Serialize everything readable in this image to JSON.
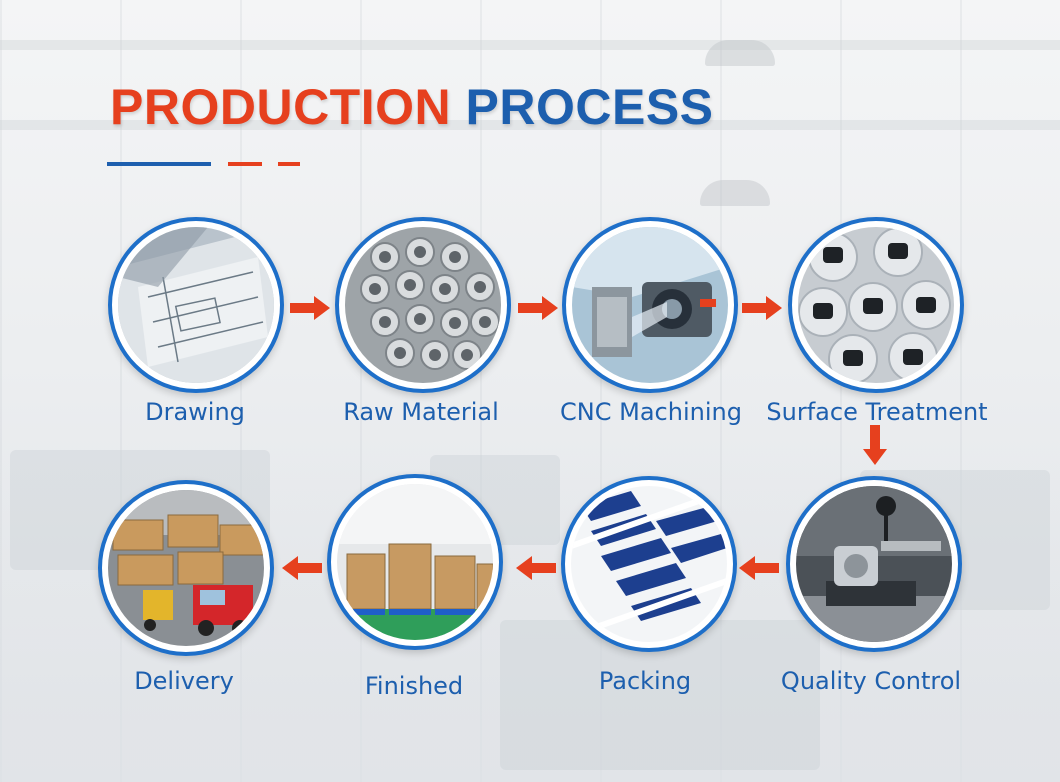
{
  "title": {
    "part1": "PRODUCTION",
    "part2": "PROCESS"
  },
  "colors": {
    "accent_red": "#e6401e",
    "accent_blue": "#1d5fae",
    "circle_border": "#1e6fc9"
  },
  "steps": [
    {
      "label": "Drawing",
      "icon": "blueprint-drawing-photo"
    },
    {
      "label": "Raw Material",
      "icon": "aluminum-tubes-photo"
    },
    {
      "label": "CNC Machining",
      "icon": "cnc-machine-photo"
    },
    {
      "label": "Surface Treatment",
      "icon": "anodized-parts-photo"
    },
    {
      "label": "Quality Control",
      "icon": "measuring-machine-photo"
    },
    {
      "label": "Packing",
      "icon": "packed-parts-photo"
    },
    {
      "label": "Finished",
      "icon": "warehouse-pallets-photo"
    },
    {
      "label": "Delivery",
      "icon": "truck-loading-photo"
    }
  ]
}
